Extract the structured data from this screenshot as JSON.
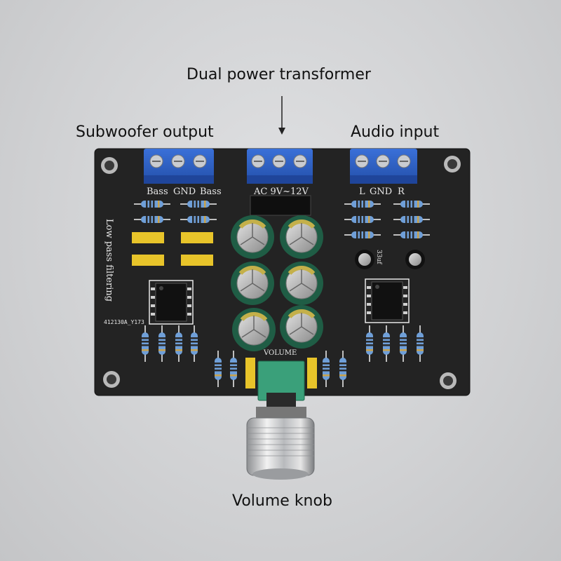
{
  "labels": {
    "transformer": "Dual power transformer",
    "subwoofer": "Subwoofer output",
    "audio_in": "Audio input",
    "volume": "Volume knob"
  },
  "board": {
    "bass_left": "Bass",
    "gnd_left": "GND",
    "bass_right": "Bass",
    "ac_label": "AC 9V~12V",
    "l_label": "L",
    "gnd_right": "GND",
    "r_label": "R",
    "low_pass": "Low pass filtering",
    "board_id": "412130A_Y173",
    "volume_silk": "VOLUME",
    "cap_value": "33uf"
  },
  "colors": {
    "pcb": "#232323",
    "terminal": "#2f63c8",
    "film_cap": "#e8c42a",
    "electrolytic": "#1f5d45",
    "pot": "#3aa07a"
  }
}
